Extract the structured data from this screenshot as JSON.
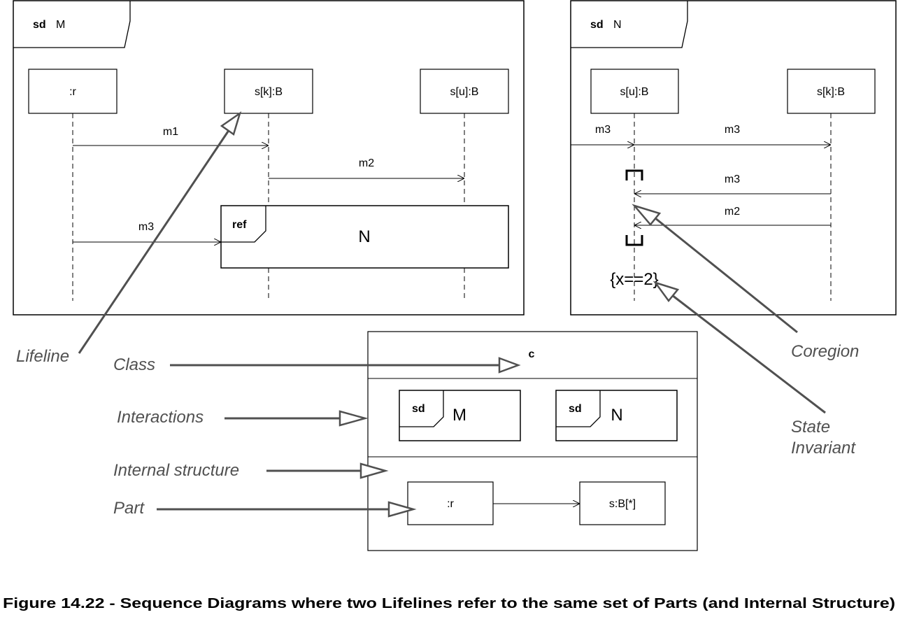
{
  "diagram_m": {
    "frame_kw": "sd",
    "frame_name": "M",
    "lifelines": [
      ":r",
      "s[k]:B",
      "s[u]:B"
    ],
    "messages": [
      "m1",
      "m2",
      "m3"
    ],
    "ref": {
      "kw": "ref",
      "name": "N"
    }
  },
  "diagram_n": {
    "frame_kw": "sd",
    "frame_name": "N",
    "lifelines": [
      "s[u]:B",
      "s[k]:B"
    ],
    "messages": [
      "m3",
      "m3",
      "m3",
      "m2"
    ],
    "state_invariant": "{x==2}"
  },
  "class_box": {
    "name": "c",
    "interactions": [
      {
        "kw": "sd",
        "name": "M"
      },
      {
        "kw": "sd",
        "name": "N"
      }
    ],
    "parts": [
      ":r",
      "s:B[*]"
    ]
  },
  "annotations": {
    "lifeline": "Lifeline",
    "class": "Class",
    "interactions": "Interactions",
    "internal_structure": "Internal structure",
    "part": "Part",
    "coregion": "Coregion",
    "state_invariant_1": "State",
    "state_invariant_2": "Invariant"
  },
  "caption": "Figure 14.22  - Sequence Diagrams where two Lifelines refer to the same set of Parts (and Internal Structure)"
}
